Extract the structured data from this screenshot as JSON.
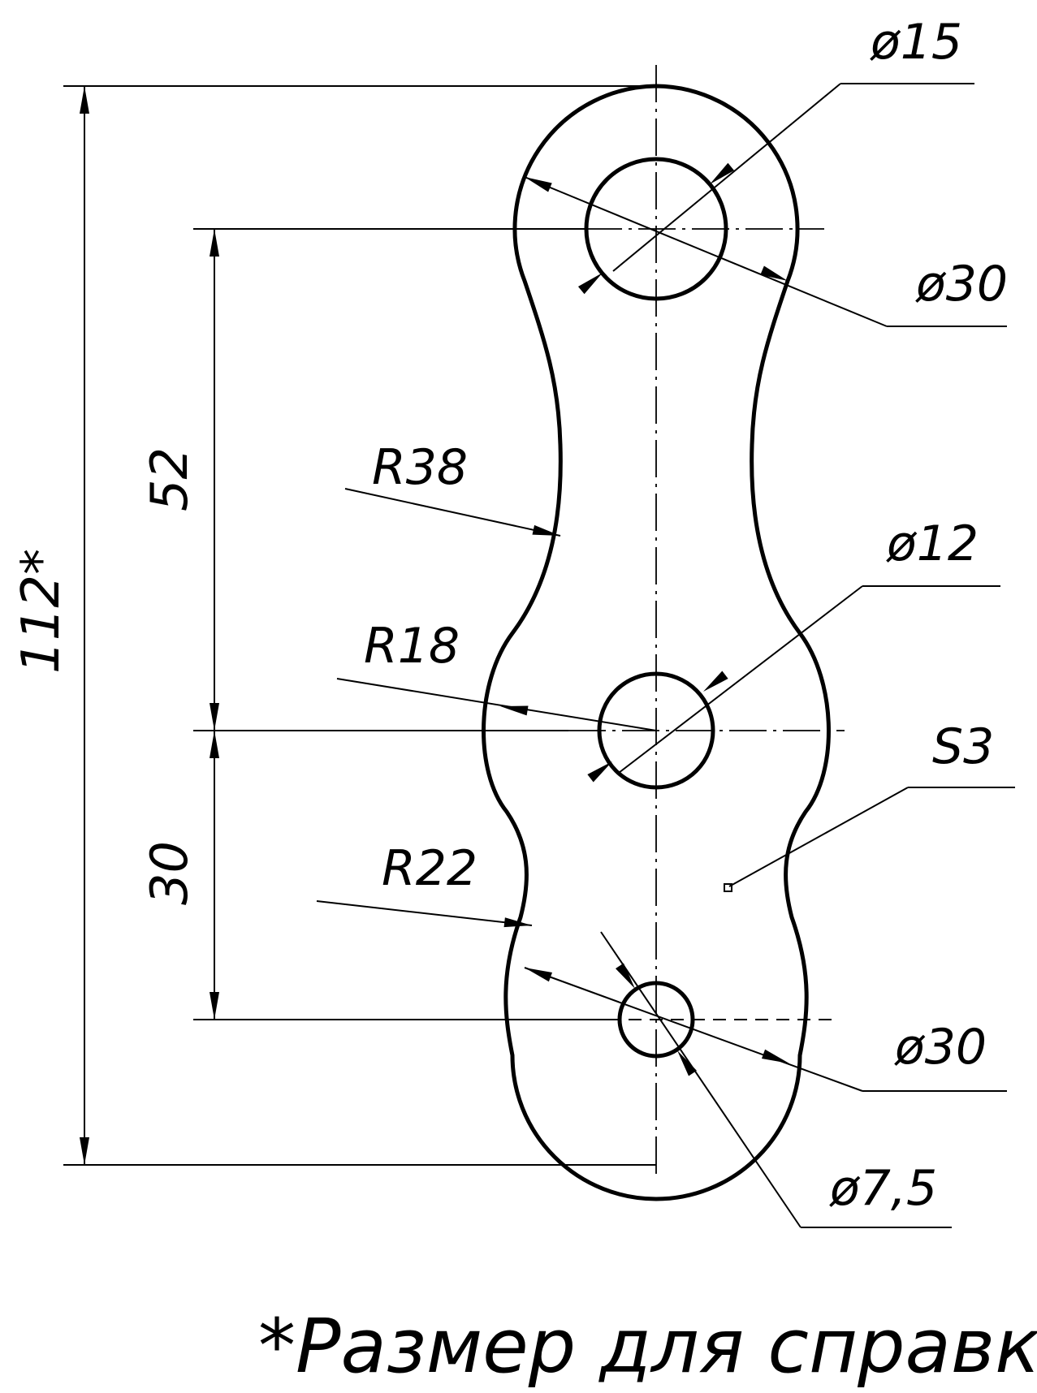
{
  "dimensions": {
    "overall_height": "112*",
    "hole_spacing_upper": "52",
    "hole_spacing_lower": "30",
    "top_hole_diameter": "ø15",
    "top_boss_diameter": "ø30",
    "middle_hole_diameter": "ø12",
    "bottom_boss_diameter": "ø30",
    "bottom_hole_diameter": "ø7,5",
    "radius_upper_waist": "R38",
    "radius_middle_lobe": "R18",
    "radius_lower_waist": "R22",
    "thickness": "S3"
  },
  "note": "*Размер для справки"
}
